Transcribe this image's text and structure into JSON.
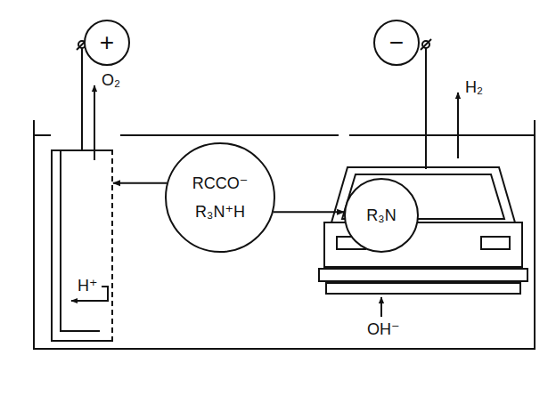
{
  "diagram": {
    "nodes": [
      {
        "text": [
          "+"
        ]
      },
      {
        "text": [
          "−"
        ]
      },
      {
        "text": [
          "H⁺"
        ]
      },
      {
        "text": [
          "RCCO⁻",
          "R₃N⁺H"
        ]
      },
      {
        "text": [
          "R₃N"
        ]
      }
    ],
    "edges": [
      {
        "from": 3,
        "to": 2,
        "arrow": "to"
      },
      {
        "from": 3,
        "to": 4,
        "arrow": "to"
      }
    ],
    "labels": [
      "O₂",
      "H₂",
      "OH⁻"
    ]
  }
}
